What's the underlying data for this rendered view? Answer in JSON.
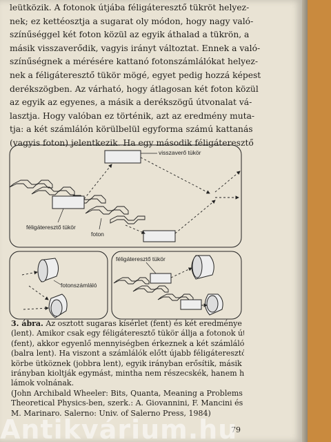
{
  "body_lines": [
    "leütközik. A fotonok útjába féligáteresztő tükröt helyez-",
    "nek; ez kettéosztja a sugarat oly módon, hogy nagy való-",
    "színűséggel két foton közül az egyik áthalad a tükrön, a",
    "másik visszaverődik, vagyis irányt változtat. Ennek a való-",
    "színűségnek a mérésére kattanó fotonszámlálókat helyez-",
    "nek a féligáteresztő tükör mögé, egyet pedig hozzá képest",
    "derékszögben. Az várható, hogy átlagosan két foton közül",
    "az egyik az egyenes, a másik a derékszögű útvonalat vá-",
    "lasztja. Hogy valóban ez történik, azt az eredmény muta-",
    "tja: a két számlálón körülbelül egyforma számú kattanás",
    "(vagyis foton) jelentkezik. Ha egy második féligáteresztő"
  ],
  "figure": {
    "label_mirror_top": "visszaverő tükör",
    "label_half_mirror": "féligáteresztő tükör",
    "label_photon": "foton",
    "label_counter": "fotonszámláló",
    "label_half_mirror_right": "féligáteresztő tükör"
  },
  "caption": {
    "label": "3. ábra.",
    "lines": [
      " Az osztott sugaras kísérlet (fent) és két eredménye",
      "(lent). Amikor csak egy féligáteresztő tükör állja a fotonok útját",
      "(fent), akkor egyenlő mennyiségben érkeznek a két számlálóba",
      "(balra lent). Ha viszont a számlálók előtt újabb féligáteresztő tü-",
      "körbe ütköznek (jobbra lent), egyik irányban erősítik, másik",
      "irányban kioltják egymást, mintha nem részecskék, hanem hul-",
      "lámok volnának.",
      "(John Archibald Wheeler: Bits, Quanta, Meaning a Problems of",
      "Theoretical Physics-ben, szerk.: A. Giovannini, F. Mancini és",
      "M. Marinaro. Salerno: Univ. of Salerno Press, 1984)"
    ]
  },
  "page_number": "79",
  "watermark": "Antikvárium.hu"
}
